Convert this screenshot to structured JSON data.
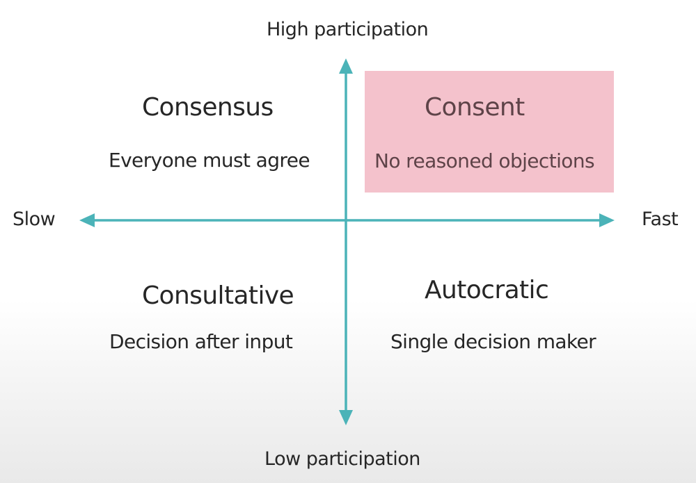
{
  "axes": {
    "top": "High participation",
    "bottom": "Low participation",
    "left": "Slow",
    "right": "Fast"
  },
  "quadrants": {
    "top_left": {
      "title": "Consensus",
      "subtitle": "Everyone must agree"
    },
    "top_right": {
      "title": "Consent",
      "subtitle": "No reasoned objections",
      "highlighted": true
    },
    "bottom_left": {
      "title": "Consultative",
      "subtitle": "Decision after input"
    },
    "bottom_right": {
      "title": "Autocratic",
      "subtitle": "Single decision maker"
    }
  },
  "colors": {
    "axis": "#4bb3b8",
    "highlight": "#f4c2cc",
    "text": "#262626"
  }
}
